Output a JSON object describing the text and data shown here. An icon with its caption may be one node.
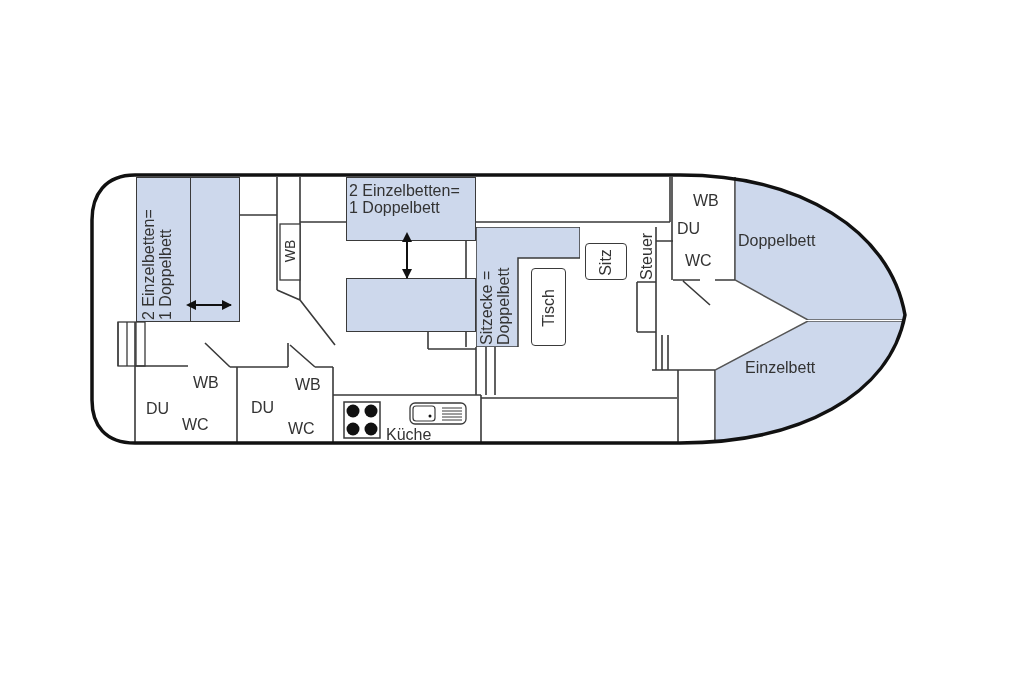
{
  "diagram": {
    "nodes": [
      {
        "text": [
          "2 Einzelbetten= 1 Doppelbett"
        ]
      },
      {
        "text": [
          "2 Einzelbetten= 1 Doppelbett"
        ]
      },
      {
        "text": [],
        "shape": "box"
      },
      {
        "text": [
          "Sitzecke = Doppelbett"
        ]
      },
      {
        "text": [
          "Tisch"
        ]
      },
      {
        "text": [
          "Sitz"
        ]
      },
      {
        "text": [
          "Doppelbett"
        ]
      },
      {
        "text": [
          "Einzelbett"
        ]
      }
    ],
    "edges": [
      {
        "from": 1,
        "to": 2,
        "arrow": "both"
      }
    ],
    "labels": [
      "WB",
      "WB",
      "DU",
      "WC",
      "WB",
      "DU",
      "WC",
      "Küche",
      "Steuer",
      "WB",
      "DU",
      "WC"
    ]
  }
}
